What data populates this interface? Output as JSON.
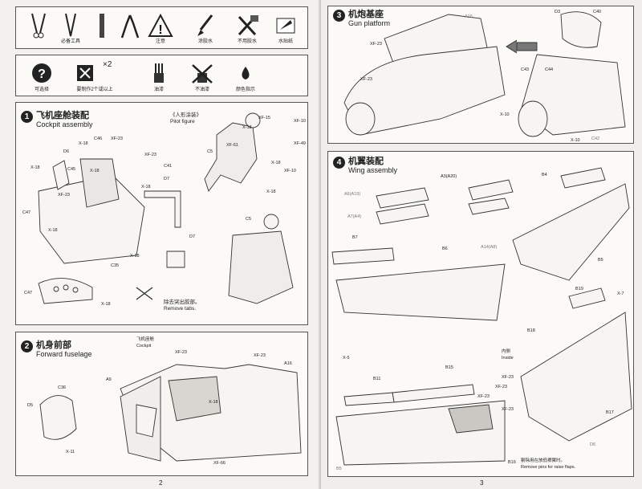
{
  "legend_top": [
    {
      "icon": "scissors-icon",
      "label": ""
    },
    {
      "icon": "knife-icon",
      "label": ""
    },
    {
      "icon": "tools-icon",
      "label": "必备工具"
    },
    {
      "icon": "file-icon",
      "label": ""
    },
    {
      "icon": "pliers-icon",
      "label": ""
    },
    {
      "icon": "warning-icon",
      "label": "注意"
    },
    {
      "icon": "glue-brush-icon",
      "label": "涂胶水"
    },
    {
      "icon": "no-glue-icon",
      "label": "不用胶水"
    },
    {
      "icon": "decal-icon",
      "label": "水贴纸"
    }
  ],
  "legend_bottom": [
    {
      "icon": "question-icon",
      "label": "可选择"
    },
    {
      "icon": "make-two-icon",
      "label": "要制作2个或以上",
      "extra": "×2"
    },
    {
      "icon": "paint-brush-icon",
      "label": "油漆"
    },
    {
      "icon": "no-paint-icon",
      "label": "不油漆"
    },
    {
      "icon": "color-drop-icon",
      "label": "颜色指示"
    }
  ],
  "steps": {
    "s1": {
      "num": "1",
      "title_cn": "飞机座舱装配",
      "title_en": "Cockpit assembly",
      "pilot_cn": "《人形涂装》",
      "pilot_en": "Pilot figure",
      "remove_cn": "除去突出胶部。",
      "remove_en": "Remove tabs."
    },
    "s2": {
      "num": "2",
      "title_cn": "机身前部",
      "title_en": "Forward fuselage",
      "cockpit_cn": "飞机座舱",
      "cockpit_en": "Cockpit"
    },
    "s3": {
      "num": "3",
      "title_cn": "机炮基座",
      "title_en": "Gun platform"
    },
    "s4": {
      "num": "4",
      "title_cn": "机翼装配",
      "title_en": "Wing assembly",
      "inside_cn": "内侧",
      "inside_en": "Inside",
      "flaps_cn": "剔除用在放低襟翼时。",
      "flaps_en": "Remove pins for raise flaps."
    }
  },
  "labels": {
    "s1": [
      "C46",
      "XF-23",
      "X-18",
      "D6",
      "XF-23",
      "X-18",
      "C45",
      "X-18",
      "C41",
      "XF-23",
      "X-18",
      "D7",
      "C47",
      "X-18",
      "C35",
      "C47",
      "X-18",
      "X-18",
      "D7",
      "XF-15",
      "X-18",
      "XF-61",
      "C5",
      "X-18",
      "XF-10",
      "XF-49",
      "XF-10",
      "X-18",
      "C5"
    ],
    "s2": [
      "C36",
      "D5",
      "X-11",
      "A9",
      "XF-23",
      "XF-23",
      "A16",
      "X-18",
      "XF-66"
    ],
    "s3": [
      "A16",
      "XF-23",
      "XF-23",
      "D3",
      "C40",
      "C43",
      "C44",
      "X-10",
      "X-10",
      "C42"
    ],
    "s4": [
      "A6(A19)",
      "A7(A4)",
      "A3(A20)",
      "B4",
      "B7",
      "B6",
      "A14(A8)",
      "B5",
      "B19",
      "X-7",
      "B18",
      "X-5",
      "B11",
      "B15",
      "XF-23",
      "XF-23",
      "XF-23",
      "XF-23",
      "B17",
      "D6",
      "B16",
      "B5"
    ]
  },
  "page_numbers": {
    "left": "2",
    "right": "3"
  }
}
